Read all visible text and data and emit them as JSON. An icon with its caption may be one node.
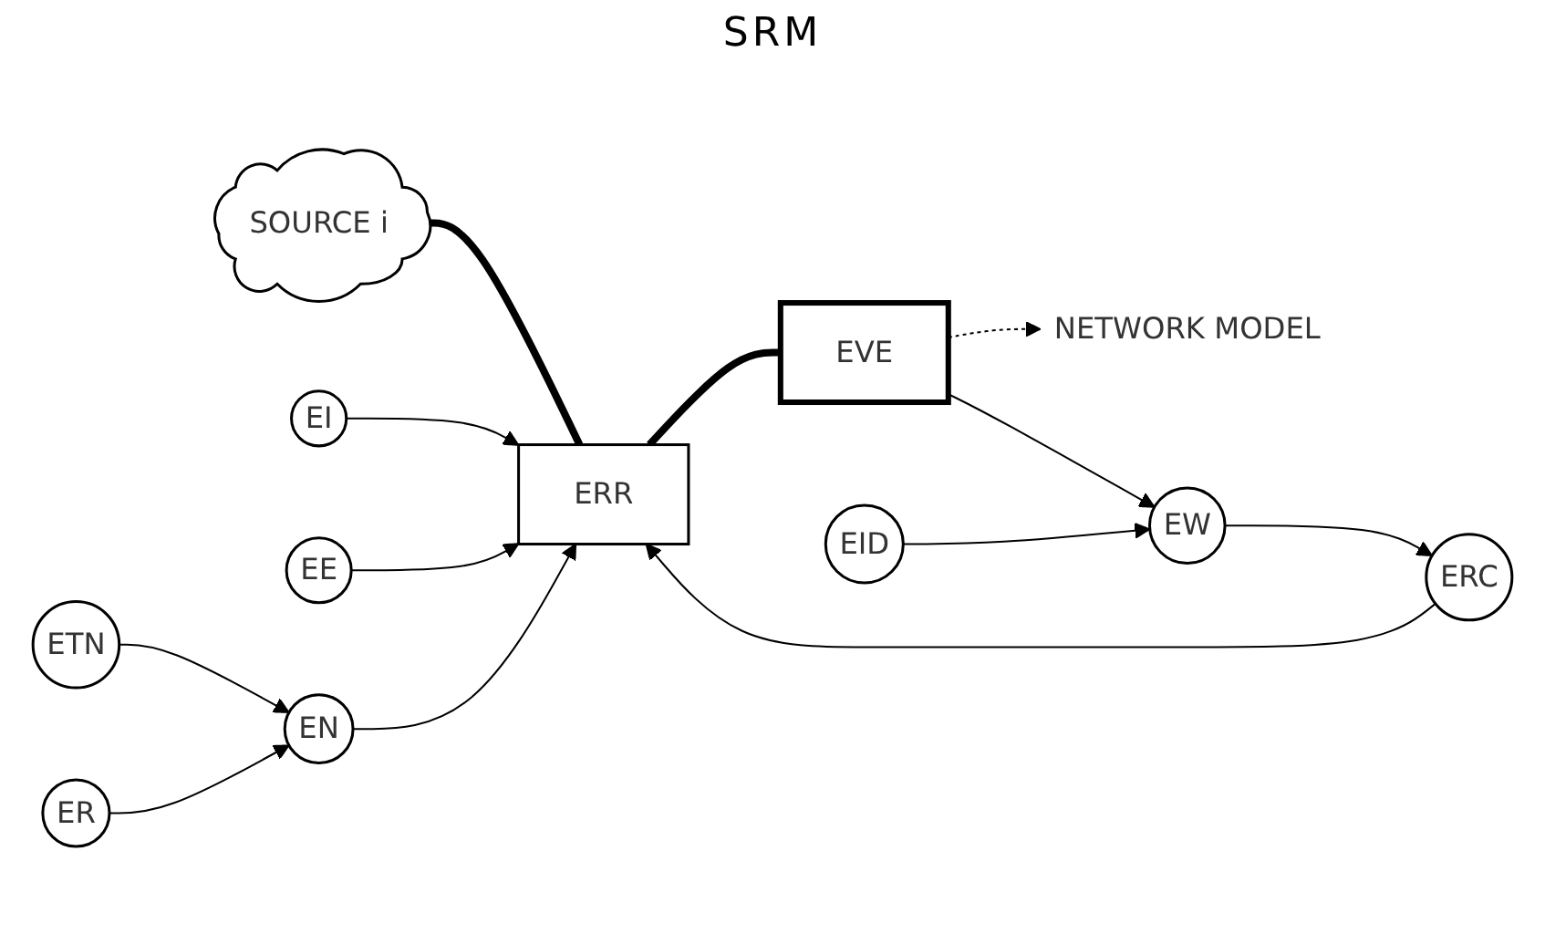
{
  "diagram": {
    "title": "SRM",
    "nodes": [
      {
        "text": [
          "NETWORK MODEL"
        ]
      },
      {
        "text": [
          "SOURCE i"
        ]
      },
      {
        "text": [
          "EVE"
        ]
      },
      {
        "text": [
          "ERR"
        ]
      },
      {
        "text": [
          "EID"
        ]
      },
      {
        "text": [
          "EI"
        ]
      },
      {
        "text": [
          "EW"
        ]
      },
      {
        "text": [
          "ETN"
        ]
      },
      {
        "text": [
          "EN"
        ]
      },
      {
        "text": [
          "EE"
        ]
      },
      {
        "text": [
          "ERC"
        ]
      },
      {
        "text": [
          "ER"
        ]
      }
    ],
    "edges": [
      {
        "from": 1,
        "to": 3,
        "arrow": "none",
        "style": "thick"
      },
      {
        "from": 3,
        "to": 2,
        "arrow": "none",
        "style": "thick"
      },
      {
        "from": 2,
        "to": 0,
        "arrow": "to",
        "style": "dashed"
      },
      {
        "from": 5,
        "to": 3,
        "arrow": "to"
      },
      {
        "from": 9,
        "to": 3,
        "arrow": "to"
      },
      {
        "from": 8,
        "to": 3,
        "arrow": "to"
      },
      {
        "from": 10,
        "to": 3,
        "arrow": "to"
      },
      {
        "from": 7,
        "to": 8,
        "arrow": "to"
      },
      {
        "from": 11,
        "to": 8,
        "arrow": "to"
      },
      {
        "from": 2,
        "to": 6,
        "arrow": "to"
      },
      {
        "from": 4,
        "to": 6,
        "arrow": "to"
      },
      {
        "from": 6,
        "to": 10,
        "arrow": "to"
      }
    ]
  }
}
